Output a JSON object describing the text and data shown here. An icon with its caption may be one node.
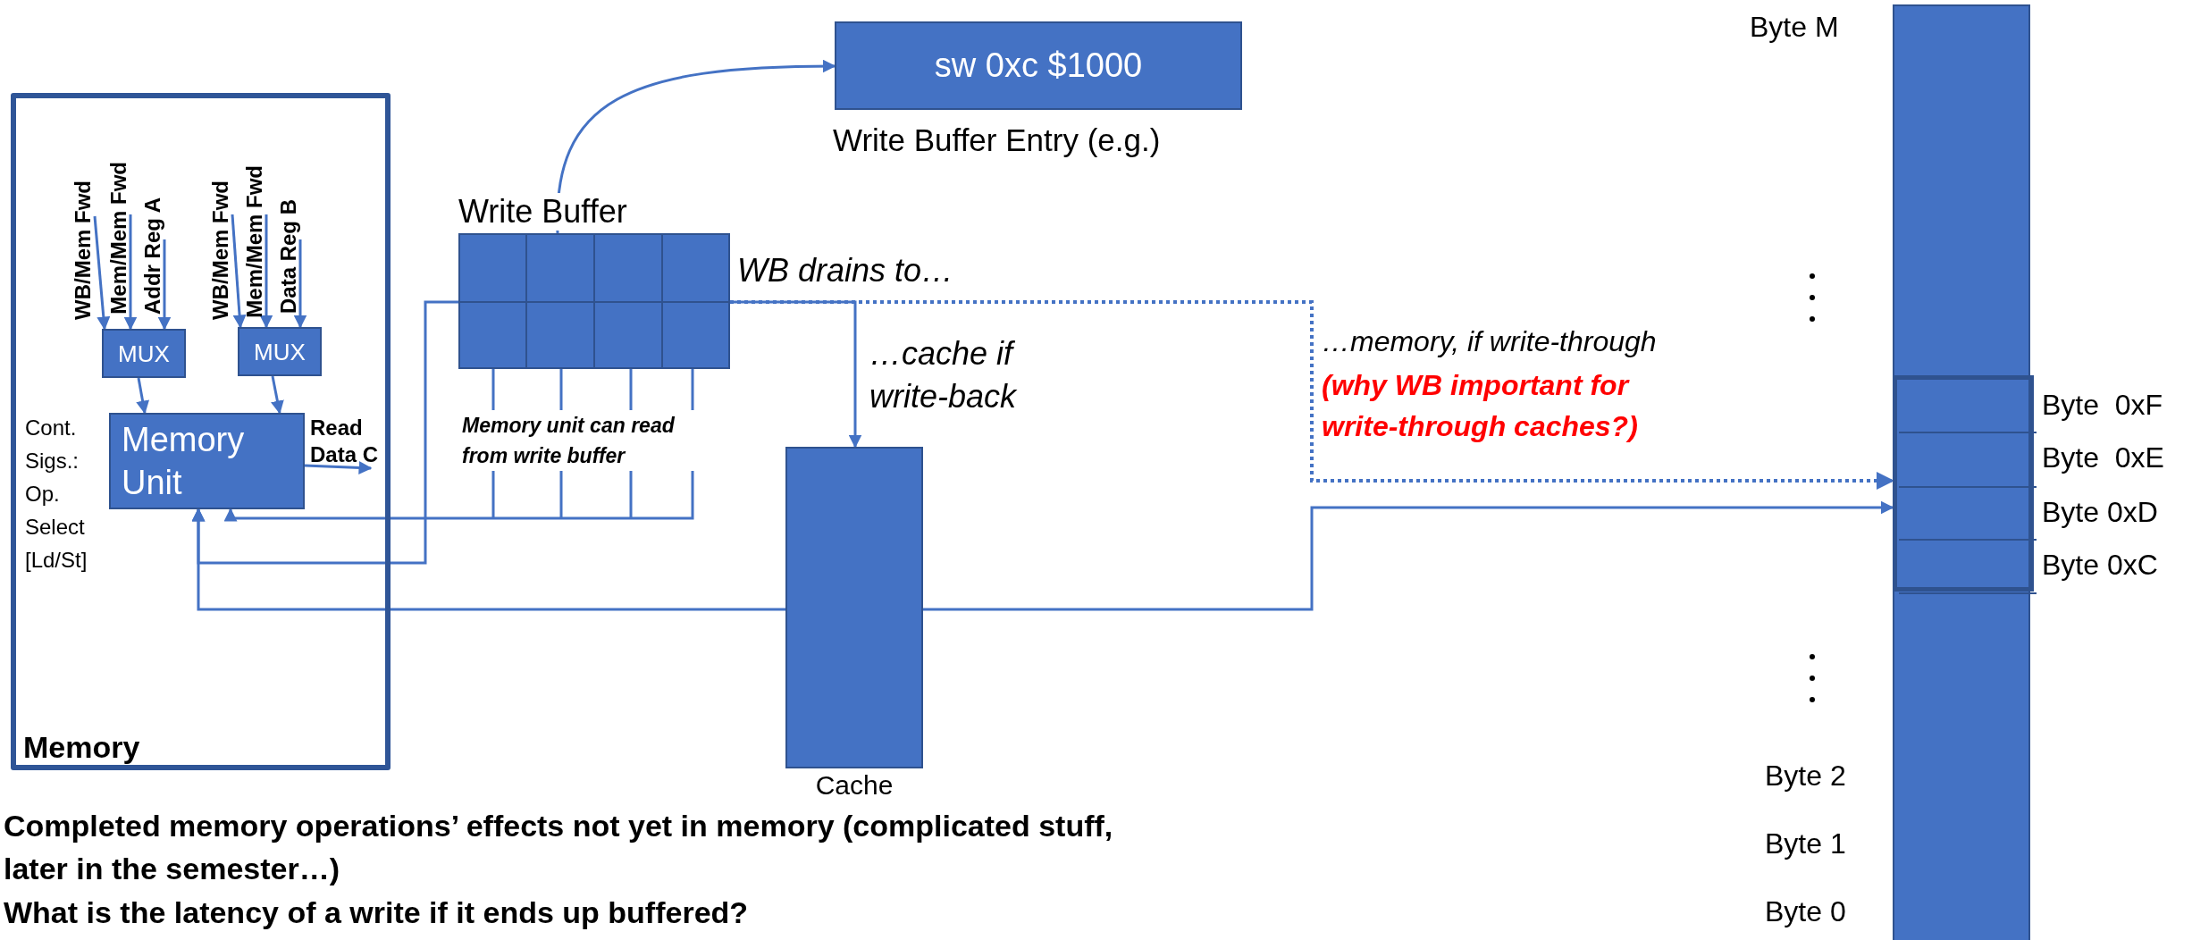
{
  "diagram": {
    "nodes": [
      {
        "text": [
          "Memory"
        ]
      },
      {
        "text": [
          "WB/Mem Fwd"
        ],
        "in": 0
      },
      {
        "text": [
          "Mem/Mem Fwd"
        ],
        "in": 0
      },
      {
        "text": [
          "Addr Reg A"
        ],
        "in": 0
      },
      {
        "text": [
          "WB/Mem Fwd"
        ],
        "in": 0
      },
      {
        "text": [
          "Mem/Mem Fwd"
        ],
        "in": 0
      },
      {
        "text": [
          "Data Reg B"
        ],
        "in": 0
      },
      {
        "text": [
          "MUX"
        ],
        "in": 0
      },
      {
        "text": [
          "MUX"
        ],
        "in": 0
      },
      {
        "text": [
          "Memory Unit"
        ],
        "in": 0
      },
      {
        "text": [
          "Write Buffer"
        ]
      },
      {
        "text": [
          "sw 0xc $1000"
        ],
        "beside": [
          "Write Buffer Entry (e.g.)"
        ]
      },
      {
        "text": [
          "Cache"
        ]
      },
      {
        "text": [],
        "shape": "bar"
      },
      {
        "text": [],
        "shape": "box",
        "in": 13
      },
      {
        "text": [
          "Byte  0xF"
        ],
        "in": 14
      },
      {
        "text": [
          "Byte  0xE"
        ],
        "in": 14
      },
      {
        "text": [
          "Byte 0xD"
        ],
        "in": 14
      },
      {
        "text": [
          "Byte 0xC"
        ],
        "in": 14
      },
      {
        "text": [
          "Read Data C"
        ],
        "in": 0
      }
    ],
    "edges": [
      {
        "from": 1,
        "to": 7,
        "arrow": "to"
      },
      {
        "from": 2,
        "to": 7,
        "arrow": "to"
      },
      {
        "from": 3,
        "to": 7,
        "arrow": "to"
      },
      {
        "from": 4,
        "to": 8,
        "arrow": "to"
      },
      {
        "from": 5,
        "to": 8,
        "arrow": "to"
      },
      {
        "from": 6,
        "to": 8,
        "arrow": "to"
      },
      {
        "from": 7,
        "to": 9,
        "arrow": "to"
      },
      {
        "from": 8,
        "to": 9,
        "arrow": "to"
      },
      {
        "from": 9,
        "to": 19,
        "arrow": "to"
      },
      {
        "from": 10,
        "to": 11,
        "arrow": "to"
      },
      {
        "from": 10,
        "to": 9,
        "arrow": "to",
        "label": "Memory unit can read from write buffer"
      },
      {
        "from": 10,
        "to": 9,
        "arrow": "to"
      },
      {
        "from": 12,
        "to": 9,
        "arrow": "to"
      },
      {
        "from": 10,
        "to": 12,
        "arrow": "to",
        "label": "…cache if write-back"
      },
      {
        "from": 10,
        "to": 14,
        "arrow": "to",
        "style": "dashed",
        "label": "…memory, if write-through"
      },
      {
        "from": 12,
        "to": 14,
        "arrow": "to"
      }
    ],
    "labels": [
      "Cont. Sigs.: Op. Select [Ld/St]",
      "WB drains to…",
      "(why WB important for write-through caches?)",
      "Byte M",
      "Byte 2",
      "Byte 1",
      "Byte 0",
      "Completed memory operations’ effects not yet in memory (complicated stuff, later in the semester…)",
      "What is the latency of a write if it ends up buffered?"
    ]
  }
}
